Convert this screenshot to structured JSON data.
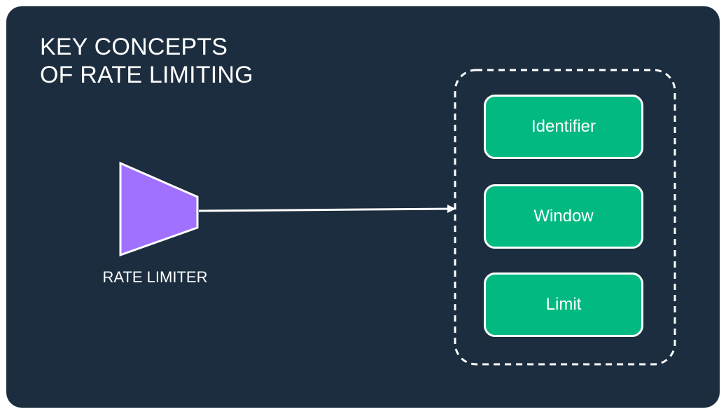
{
  "title": {
    "line1": "KEY CONCEPTS",
    "line2": "OF RATE LIMITING"
  },
  "rate_limiter": {
    "label": "RATE LIMITER",
    "color": "#a071ff",
    "shape": "funnel-trapezoid"
  },
  "connector": {
    "from": "RATE LIMITER",
    "to": "concepts-group",
    "color": "#ffffff"
  },
  "concepts_group": {
    "border_style": "dashed",
    "border_color": "#ffffff",
    "items": [
      {
        "label": "Identifier"
      },
      {
        "label": "Window"
      },
      {
        "label": "Limit"
      }
    ]
  },
  "colors": {
    "background": "#1b2d3e",
    "concept_box": "#02b981",
    "text": "#ffffff"
  }
}
